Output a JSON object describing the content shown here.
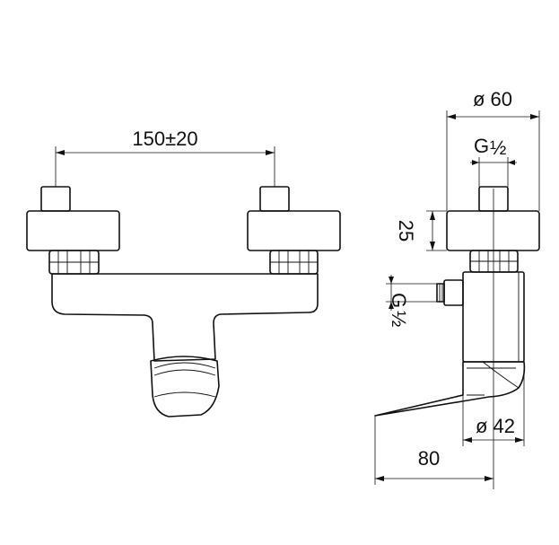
{
  "dimensions": {
    "inlet_spacing": "150±20",
    "body_diameter": "ø 60",
    "thread_top_g": "G",
    "thread_top_fraction": "½",
    "cap_height": "25",
    "thread_side_g": "G",
    "thread_side_fraction": "½",
    "spout_diameter": "ø 42",
    "projection": "80"
  }
}
